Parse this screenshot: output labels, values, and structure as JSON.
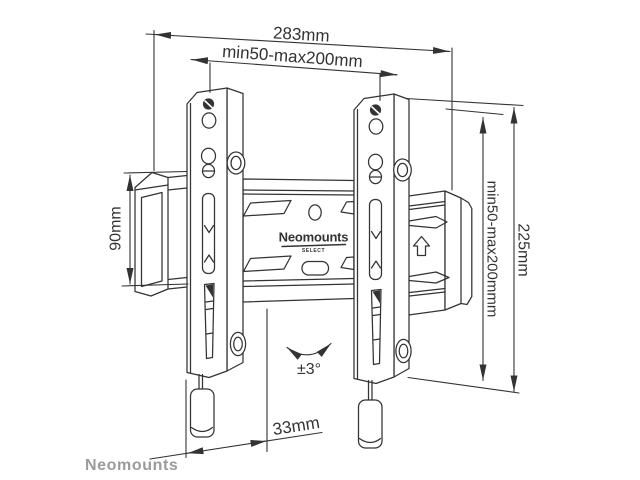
{
  "colors": {
    "line": "#333333",
    "watermark": "#9b9b9b",
    "background": "#ffffff"
  },
  "annotations": {
    "width_total": "283mm",
    "vesa_width": "min50-max200mm",
    "left_height": "90mm",
    "vesa_height": "min50-max200mmm",
    "height_total": "225mm",
    "depth": "33mm",
    "tilt": "±3°"
  },
  "branding": {
    "plate_logo": "Neomounts",
    "plate_logo_sub": "SELECT",
    "watermark": "Neomounts"
  }
}
